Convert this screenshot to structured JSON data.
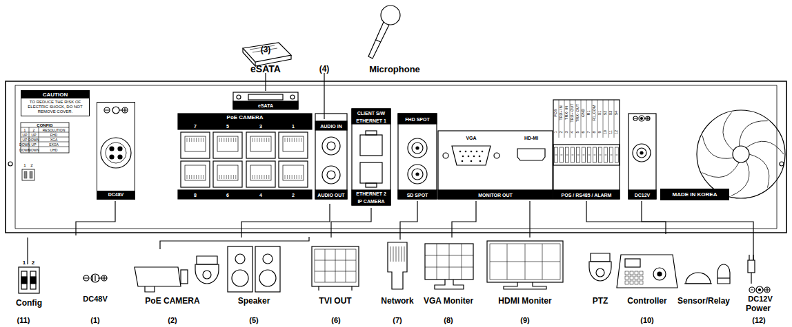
{
  "diagram": {
    "nodes": [
      {
        "text": [
          "CAUTION",
          "TO REDUCE THE RISK OF ELECTRIC SHOCK, DO NOT REMOVE COVER."
        ]
      },
      {
        "text": [
          "DC48V"
        ]
      },
      {
        "text": [
          "MADE IN KOREA"
        ]
      }
    ],
    "labels": [
      "(3)",
      "eSATA",
      "(4)",
      "Microphone",
      "eSATA",
      "CONFIG",
      "1",
      "2",
      "RESOLUTION",
      "UP",
      "UP",
      "FHD",
      "UP",
      "DOWN",
      "XGA",
      "DOWN",
      "UP",
      "SXGA",
      "DOWN",
      "DOWN",
      "UHD",
      "1",
      "2",
      "PoE CAMERA",
      "7",
      "5",
      "3",
      "1",
      "8",
      "6",
      "4",
      "2",
      "AUDIO IN",
      "AUDIO OUT",
      "CLIENT S/W",
      "ETHERNET 1",
      "ETHERNET 2",
      "IP CAMERA",
      "FHD SPOT",
      "SD SPOT",
      "VGA",
      "HD-MI",
      "MONITOR OUT",
      "1",
      "POS",
      "2",
      "TRX+ IN",
      "3",
      "TRX- IN",
      "4",
      "TRX+ OUT",
      "5",
      "TRX- OUT",
      "6",
      "GND",
      "7",
      "R1",
      "8",
      "R1_COM",
      "9",
      "S1",
      "10",
      "S2",
      "11",
      "S3",
      "12",
      "S4",
      "POS / RS485 / ALARM",
      "DC12V",
      "Config",
      "DC48V",
      "PoE CAMERA",
      "Speaker",
      "TVI OUT",
      "Network",
      "VGA Moniter",
      "HDMI Moniter",
      "PTZ",
      "Controller",
      "Sensor/Relay",
      "DC12V",
      "Power",
      "(11)",
      "(1)",
      "(2)",
      "(5)",
      "(6)",
      "(7)",
      "(8)",
      "(9)",
      "(10)",
      "(12)",
      "1",
      "2"
    ]
  }
}
